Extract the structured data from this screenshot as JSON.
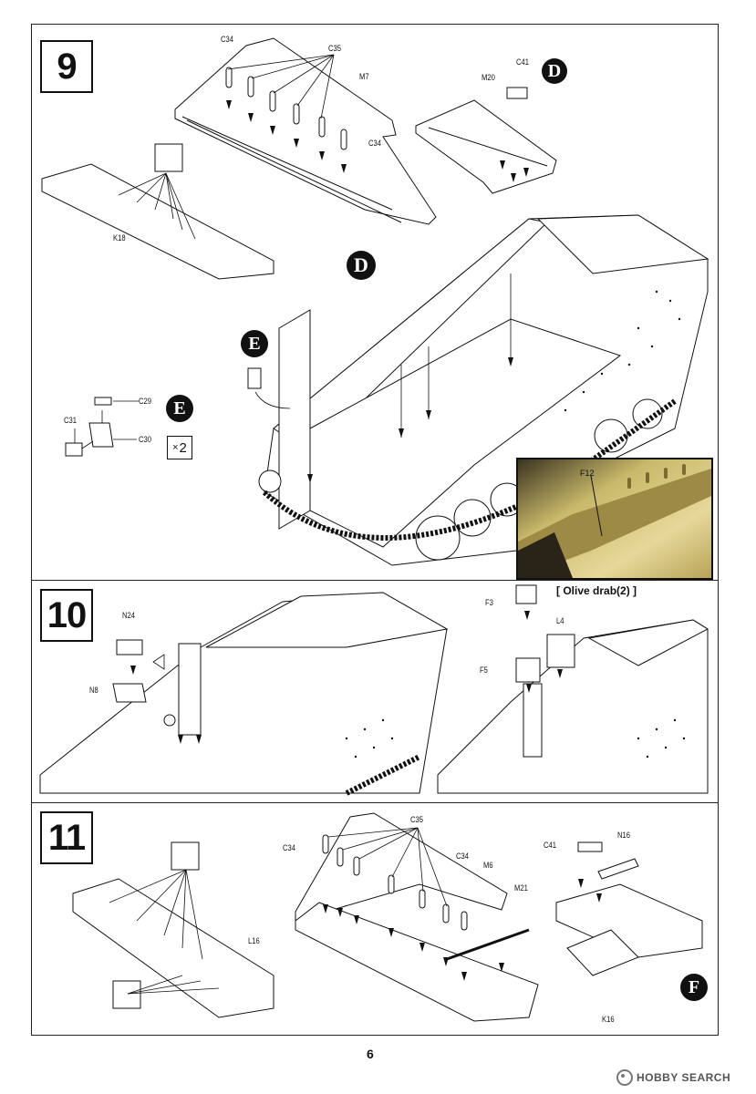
{
  "steps": [
    {
      "number": "9"
    },
    {
      "number": "10"
    },
    {
      "number": "11"
    }
  ],
  "step9": {
    "labels": {
      "c34_top": "C34",
      "c35": "C35",
      "m7": "M7",
      "c34_right": "C34",
      "c41": "C41",
      "m20": "M20",
      "k18": "K18",
      "c29": "C29",
      "c31": "C31",
      "c30": "C30",
      "f12": "F12"
    },
    "badges": {
      "d_small": "D",
      "d_large": "D",
      "e_large": "E",
      "e_small": "E"
    },
    "multiplier": "2"
  },
  "step10": {
    "labels": {
      "n24": "N24",
      "n8": "N8",
      "f3": "F3",
      "f5": "F5",
      "l4": "L4"
    },
    "paint_note": "[ Olive drab(2) ]"
  },
  "step11": {
    "labels": {
      "c35": "C35",
      "c34_left": "C34",
      "c34_right": "C34",
      "m6": "M6",
      "m21": "M21",
      "l16": "L16",
      "c41": "C41",
      "n16": "N16",
      "k16": "K16"
    },
    "badges": {
      "f": "F"
    }
  },
  "footer": {
    "page_number": "6",
    "watermark": "HOBBY SEARCH"
  },
  "colors": {
    "ink": "#111111",
    "photo_bg": "#c9b96a",
    "photo_dark": "#3a3320"
  }
}
